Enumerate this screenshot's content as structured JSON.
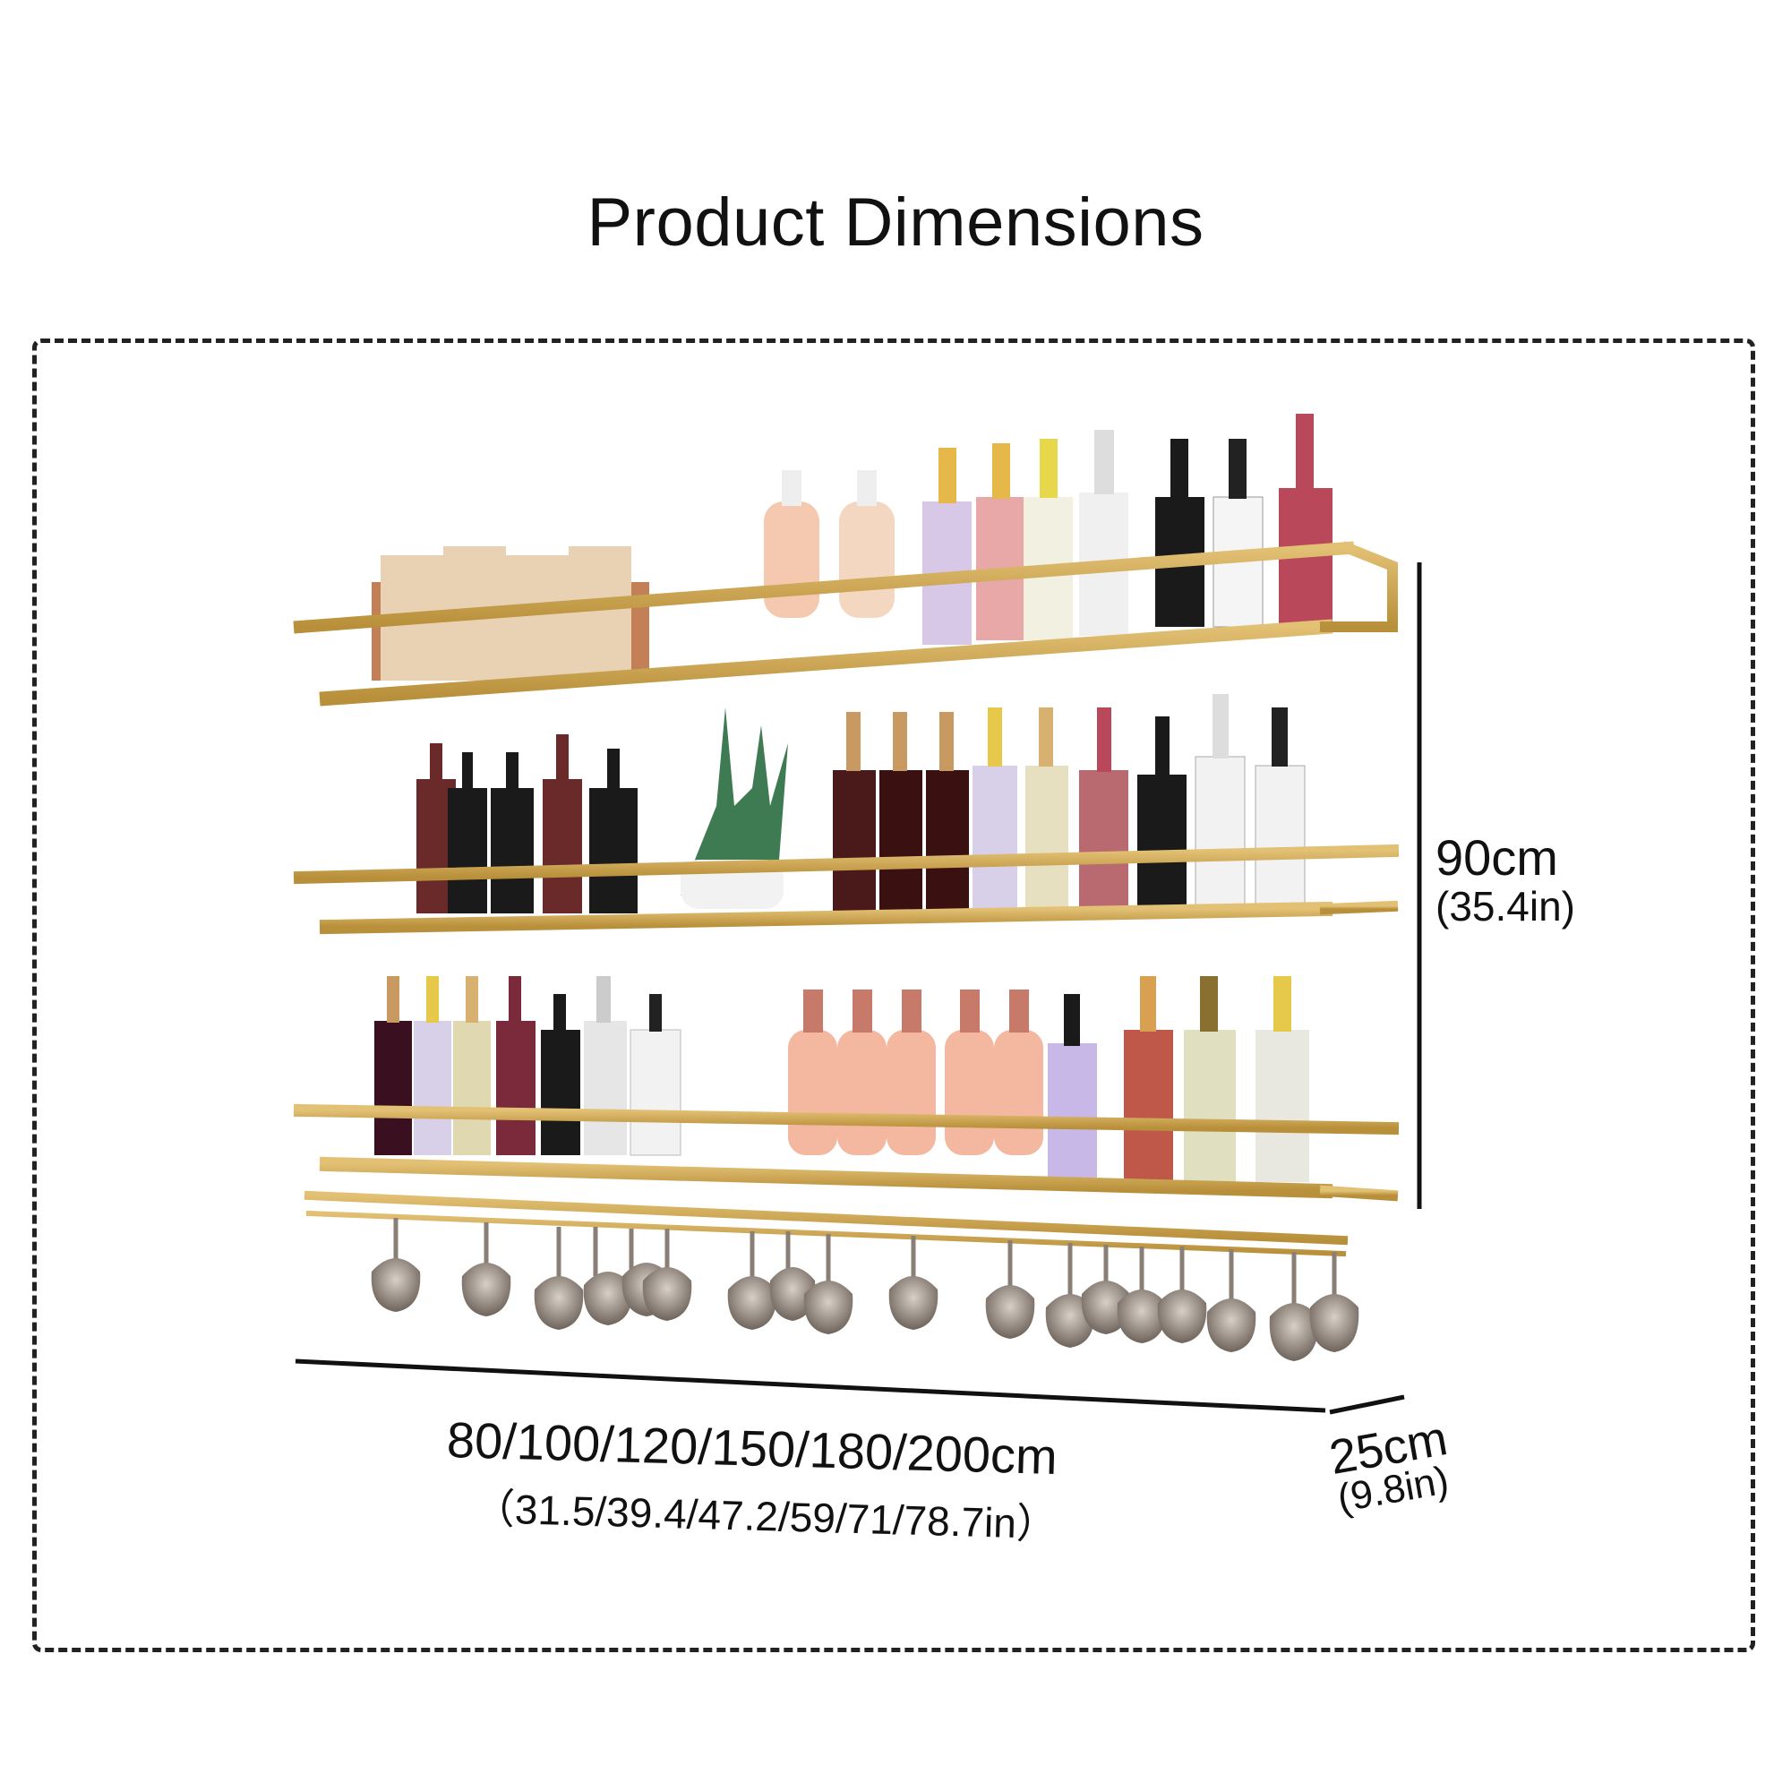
{
  "title": "Product Dimensions",
  "colors": {
    "frame": "#c9a24a",
    "frame_dark": "#a8832f",
    "line": "#111111"
  },
  "dimensions": {
    "height": {
      "main": "90cm",
      "sub": "(35.4in)"
    },
    "width": {
      "main": "80/100/120/150/180/200cm",
      "sub": "（31.5/39.4/47.2/59/71/78.7in）"
    },
    "depth": {
      "main": "25cm",
      "sub": "(9.8in)"
    }
  }
}
